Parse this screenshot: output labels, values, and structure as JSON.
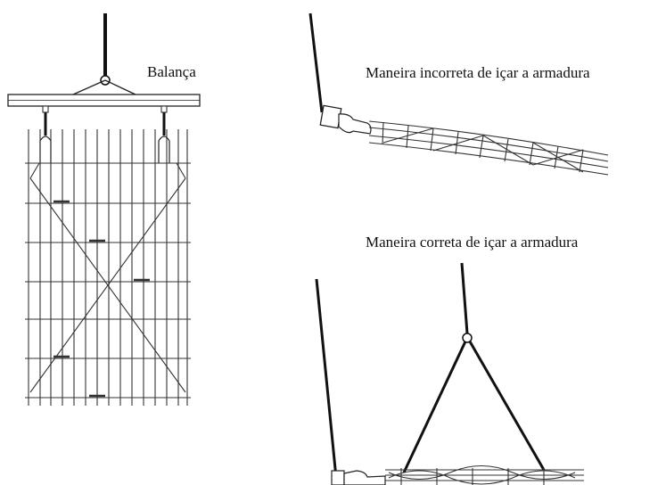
{
  "labels": {
    "scale_beam": "Balança",
    "incorrect": "Maneira incorreta de içar a armadura",
    "correct": "Maneira correta de içar a armadura"
  },
  "colors": {
    "ink": "#111111",
    "line": "#333333",
    "background": "#ffffff"
  }
}
